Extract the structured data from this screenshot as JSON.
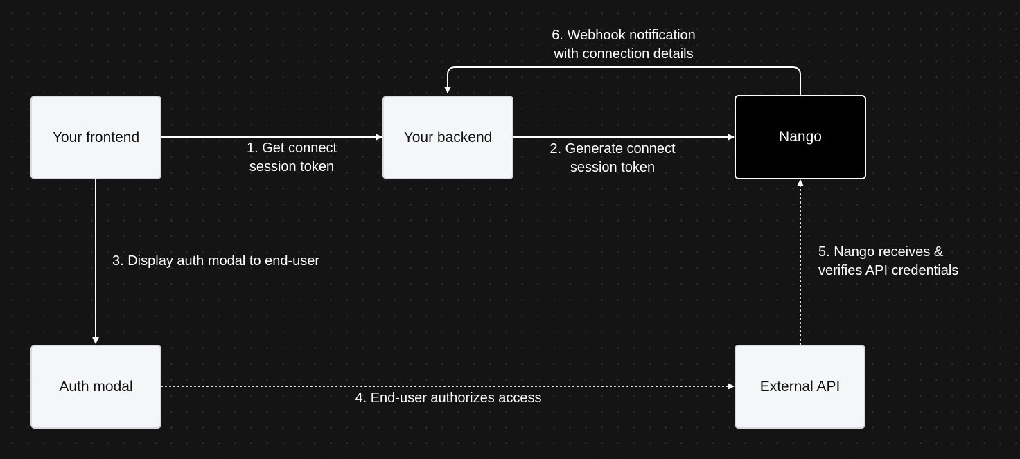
{
  "nodes": {
    "frontend": "Your frontend",
    "backend": "Your backend",
    "nango": "Nango",
    "auth_modal": "Auth modal",
    "external_api": "External API"
  },
  "edges": {
    "step1": [
      "1. Get connect",
      "session token"
    ],
    "step2": [
      "2. Generate connect",
      "session token"
    ],
    "step3": [
      "3. Display auth modal to end-user"
    ],
    "step4": [
      "4. End-user authorizes access"
    ],
    "step5": [
      "5. Nango receives &",
      "verifies API credentials"
    ],
    "step6": [
      "6. Webhook notification",
      "with connection details"
    ]
  },
  "colors": {
    "background": "#141414",
    "node_fill": "#f5f6f8",
    "node_dark_fill": "#000000",
    "edge": "#ffffff",
    "text_light": "#ffffff"
  }
}
